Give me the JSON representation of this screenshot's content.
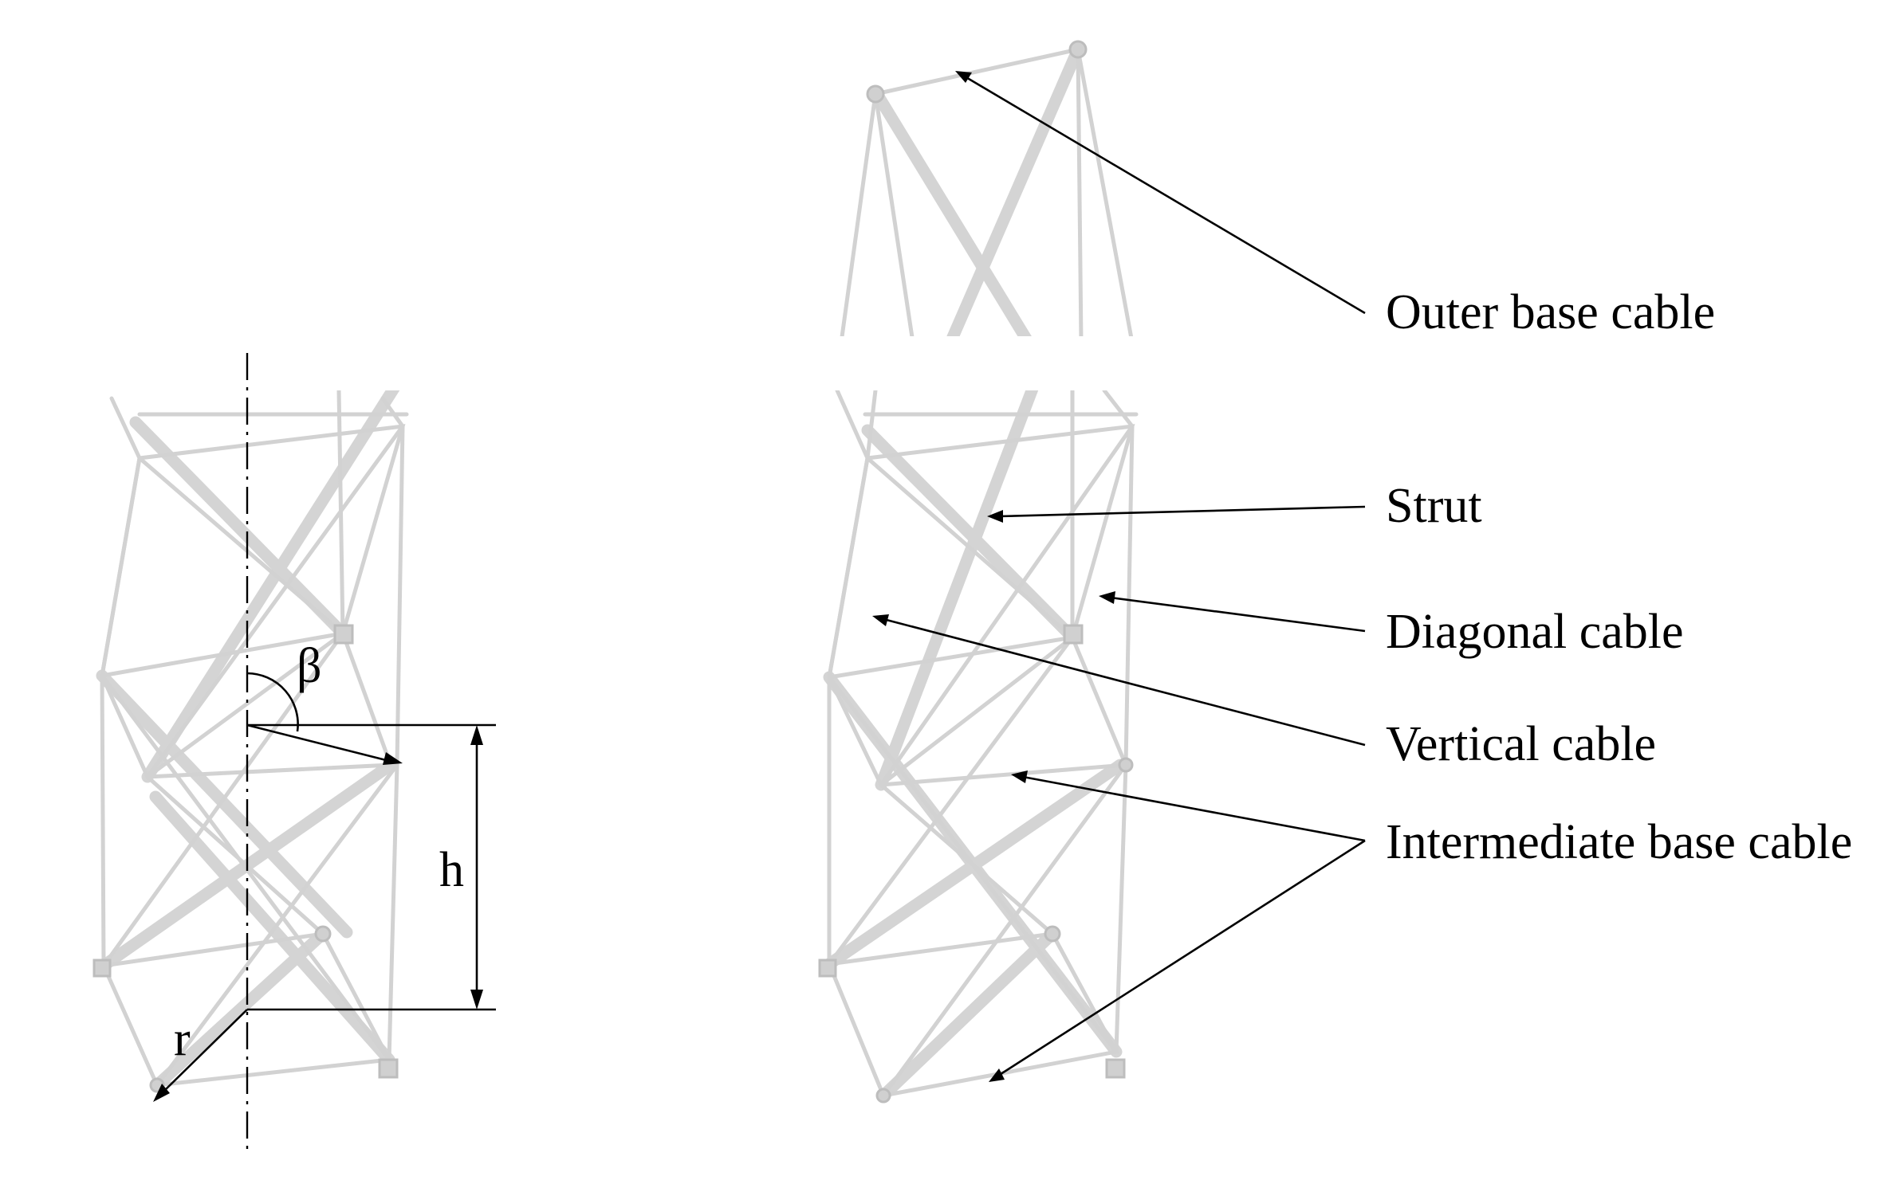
{
  "symbols": {
    "beta": "β",
    "h": "h",
    "r": "r"
  },
  "labels": {
    "outer_base_cable": "Outer base cable",
    "strut": "Strut",
    "diagonal_cable": "Diagonal cable",
    "vertical_cable": "Vertical cable",
    "intermediate_base_cable": "Intermediate base cable"
  },
  "colors": {
    "structure": "#d2d2d2",
    "annotation": "#000000",
    "background": "#ffffff"
  }
}
